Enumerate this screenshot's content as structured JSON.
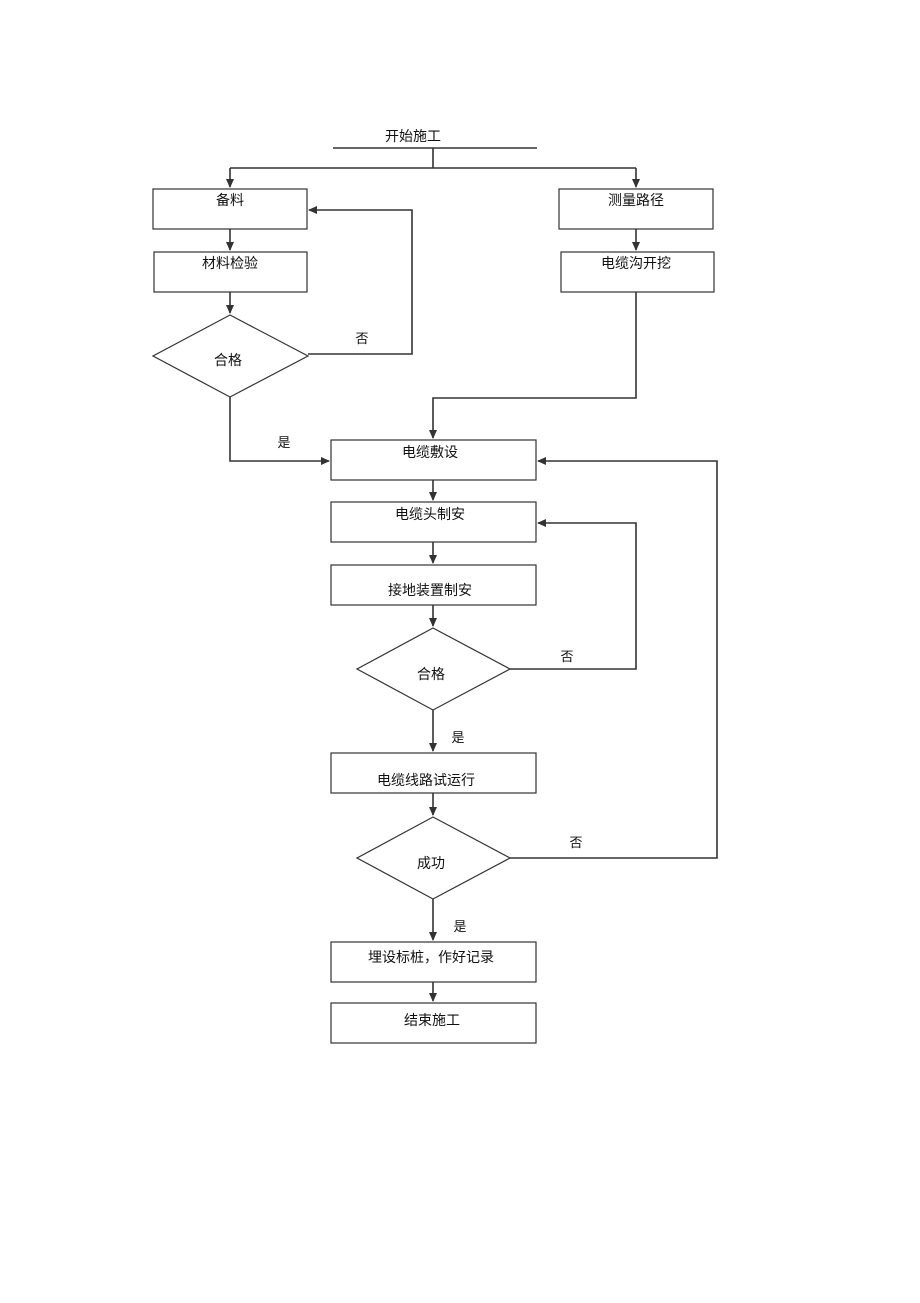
{
  "diagram": {
    "start": "开始施工",
    "nodes": {
      "prepare_materials": "备料",
      "material_inspection": "材料检验",
      "qualified_1": "合格",
      "survey_route": "测量路径",
      "trench_excavation": "电缆沟开挖",
      "cable_laying": "电缆敷设",
      "cable_head": "电缆头制安",
      "grounding": "接地装置制安",
      "qualified_2": "合格",
      "trial_run": "电缆线路试运行",
      "success": "成功",
      "markers": "埋设标桩，作好记录",
      "end": "结束施工"
    },
    "edge_labels": {
      "no_1": "否",
      "yes_1": "是",
      "no_2": "否",
      "yes_2": "是",
      "no_3": "否",
      "yes_3": "是"
    },
    "colors": {
      "line": "#333333",
      "text": "#111111",
      "fill": "#ffffff"
    }
  }
}
